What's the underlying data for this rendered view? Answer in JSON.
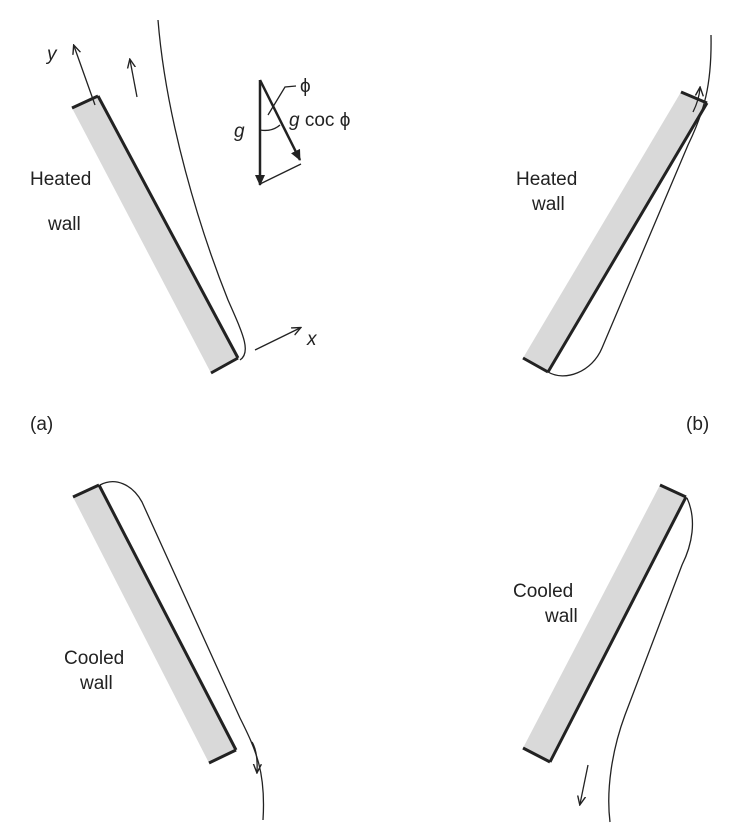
{
  "panels": {
    "a": {
      "tag": "(a)",
      "wall_line1": "Heated",
      "wall_line2": "wall",
      "axis_y": "y",
      "axis_x": "x",
      "vector": {
        "g": "g",
        "phi": "ϕ",
        "component_g": "g",
        "component_rest": " coc ϕ"
      }
    },
    "b": {
      "tag": "(b)",
      "wall_line1": "Heated",
      "wall_line2": "wall"
    },
    "c": {
      "wall_line1": "Cooled",
      "wall_line2": "wall"
    },
    "d": {
      "wall_line1": "Cooled",
      "wall_line2": "wall"
    }
  }
}
